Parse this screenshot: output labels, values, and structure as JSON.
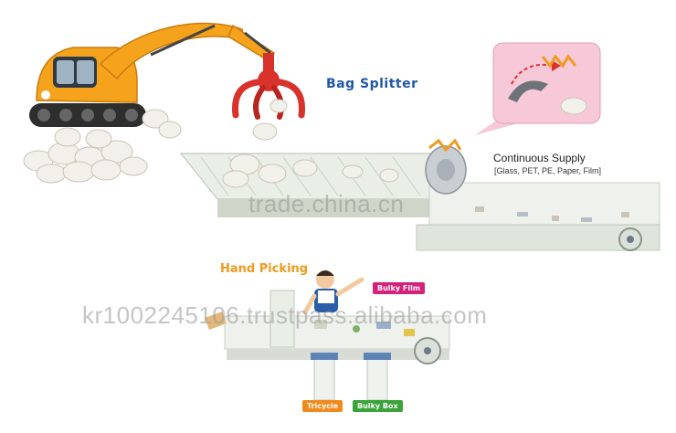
{
  "labels": {
    "bag_splitter": "Bag Splitter",
    "continuous_supply_title": "Continuous Supply",
    "continuous_supply_materials": "[Glass, PET, PE, Paper, Film]",
    "hand_picking": "Hand Picking",
    "bulky_film": "Bulky Film",
    "tricycle": "Tricycle",
    "bulky_box": "Bulky Box"
  },
  "watermarks": {
    "primary": "trade.china.cn",
    "secondary": "kr1002245106.trustpass.alibaba.com"
  },
  "colors": {
    "excavator": "#f5a21c",
    "grabber": "#d8322b",
    "belt": "#e9efe6",
    "title_blue": "#1f57a8",
    "hand_orange": "#f29a1f",
    "film_pink": "#d6217a",
    "box_green": "#3aa339",
    "bubble_pink": "#f6c8d8"
  }
}
